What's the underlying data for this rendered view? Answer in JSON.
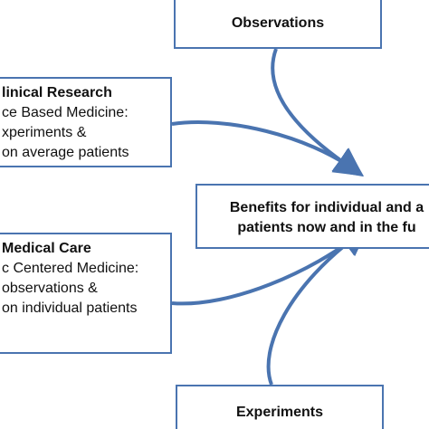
{
  "nodes": {
    "observations": {
      "label": "Observations"
    },
    "clinical_research": {
      "title": "linical Research",
      "lines": [
        "ce Based Medicine:",
        "xperiments &",
        "on average patients"
      ]
    },
    "benefits": {
      "lines": [
        "Benefits for individual and a",
        "patients now and in the fu"
      ]
    },
    "medical_care": {
      "title": "Medical Care",
      "lines": [
        "c Centered Medicine:",
        "observations &",
        "on individual patients"
      ]
    },
    "experiments": {
      "label": "Experiments"
    }
  },
  "colors": {
    "border": "#4a74b0",
    "arrow": "#4a74b0",
    "text": "#111111"
  }
}
